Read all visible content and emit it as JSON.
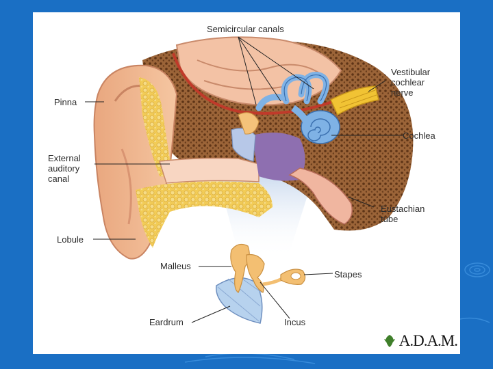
{
  "slide": {
    "background_color": "#1a6fc4",
    "swirl_color": "#3f93e0"
  },
  "labels": {
    "semicircular": "Semicircular canals",
    "vestibular": "Vestibular\ncochlear\nnerve",
    "pinna": "Pinna",
    "cochlea": "Cochlea",
    "external": "External\nauditory\ncanal",
    "eustachian": "Eustachian\ntube",
    "lobule": "Lobule",
    "malleus": "Malleus",
    "stapes": "Stapes",
    "eardrum": "Eardrum",
    "incus": "Incus"
  },
  "logo": {
    "text": "A.D.A.M.",
    "icon": "leaf-icon",
    "color": "#3f7f2a"
  }
}
